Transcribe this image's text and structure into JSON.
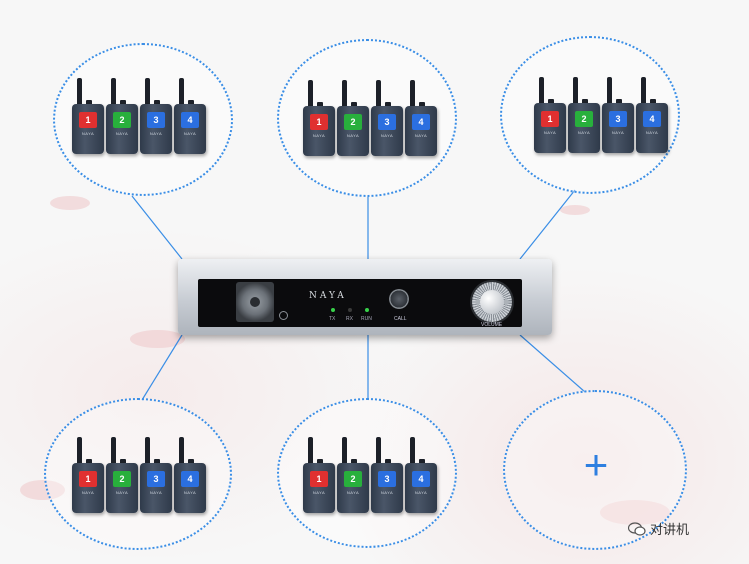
{
  "groups": [
    {
      "radios": [
        {
          "num": "1",
          "color": "#e03030"
        },
        {
          "num": "2",
          "color": "#28b03c"
        },
        {
          "num": "3",
          "color": "#2b6fe0"
        },
        {
          "num": "4",
          "color": "#2b6fe0"
        }
      ]
    },
    {
      "radios": [
        {
          "num": "1",
          "color": "#e03030"
        },
        {
          "num": "2",
          "color": "#28b03c"
        },
        {
          "num": "3",
          "color": "#2b6fe0"
        },
        {
          "num": "4",
          "color": "#2b6fe0"
        }
      ]
    },
    {
      "radios": [
        {
          "num": "1",
          "color": "#e03030"
        },
        {
          "num": "2",
          "color": "#28b03c"
        },
        {
          "num": "3",
          "color": "#2b6fe0"
        },
        {
          "num": "4",
          "color": "#2b6fe0"
        }
      ]
    },
    {
      "radios": [
        {
          "num": "1",
          "color": "#e03030"
        },
        {
          "num": "2",
          "color": "#28b03c"
        },
        {
          "num": "3",
          "color": "#2b6fe0"
        },
        {
          "num": "4",
          "color": "#2b6fe0"
        }
      ]
    },
    {
      "radios": [
        {
          "num": "1",
          "color": "#e03030"
        },
        {
          "num": "2",
          "color": "#28b03c"
        },
        {
          "num": "3",
          "color": "#2b6fe0"
        },
        {
          "num": "4",
          "color": "#2b6fe0"
        }
      ]
    }
  ],
  "radio_brand": "NAYA",
  "hub": {
    "brand": "NAYA",
    "led_labels": [
      "TX",
      "RX",
      "RUN"
    ],
    "led_colors": [
      "#38d04a",
      "#3a3a3a",
      "#38d04a"
    ],
    "call_label": "CALL",
    "volume_label": "VOLUME"
  },
  "add_slot": {
    "symbol": "+",
    "icon": "plus-icon"
  },
  "watermark": {
    "text": "对讲机",
    "icon": "wechat-icon"
  },
  "colors": {
    "ring": "#3a8ee6",
    "accent": "#2e7fe0"
  }
}
